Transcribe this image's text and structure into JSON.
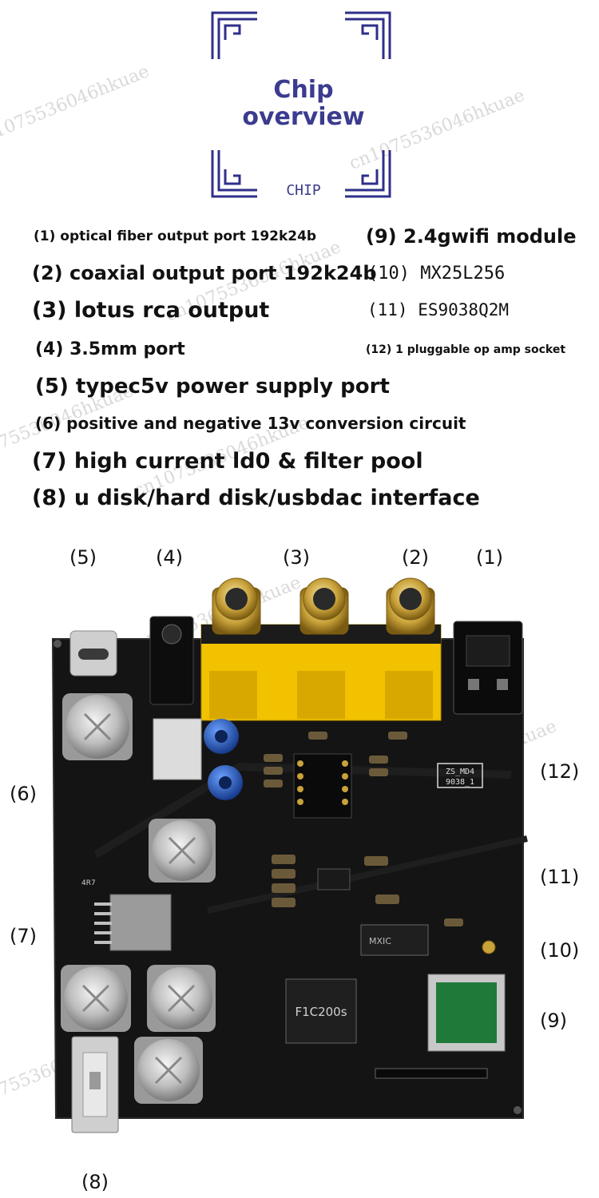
{
  "header": {
    "title_line1": "Chip",
    "title_line2": "overview",
    "subtitle": "CHIP"
  },
  "specs": [
    {
      "id": "1",
      "text": "(1) optical fiber output port 192k24b"
    },
    {
      "id": "2",
      "text": "(2) coaxial output port 192k24b"
    },
    {
      "id": "3",
      "text": "(3) lotus rca output"
    },
    {
      "id": "4",
      "text": "(4) 3.5mm port"
    },
    {
      "id": "5",
      "text": "(5) typec5v power supply port"
    },
    {
      "id": "6",
      "text": "(6) positive and negative 13v conversion circuit"
    },
    {
      "id": "7",
      "text": "(7) high current ld0 & filter pool"
    },
    {
      "id": "8",
      "text": "(8) u disk/hard disk/usbdac interface"
    },
    {
      "id": "9",
      "text": "(9) 2.4gwifi module"
    },
    {
      "id": "10",
      "text": "(10) MX25L256"
    },
    {
      "id": "11",
      "text": "(11) ES9038Q2M"
    },
    {
      "id": "12",
      "text": "(12) 1 pluggable op amp socket"
    }
  ],
  "callouts": [
    "(1)",
    "(2)",
    "(3)",
    "(4)",
    "(5)",
    "(6)",
    "(7)",
    "(8)",
    "(9)",
    "(10)",
    "(11)",
    "(12)"
  ],
  "board_text": {
    "silk_model": "ZS_MD4",
    "silk_ver": "9038_1",
    "chip_mx": "MXIC",
    "chip_f1": "F1C200s",
    "inductor": "4R7"
  },
  "watermark": "cn1075536046hkuae",
  "colors": {
    "title": "#3b3b8f",
    "pcb": "#141414",
    "rca_yellow": "#f2c200",
    "gold": "#c9a23a",
    "wifi_green": "#1f7a3a"
  }
}
